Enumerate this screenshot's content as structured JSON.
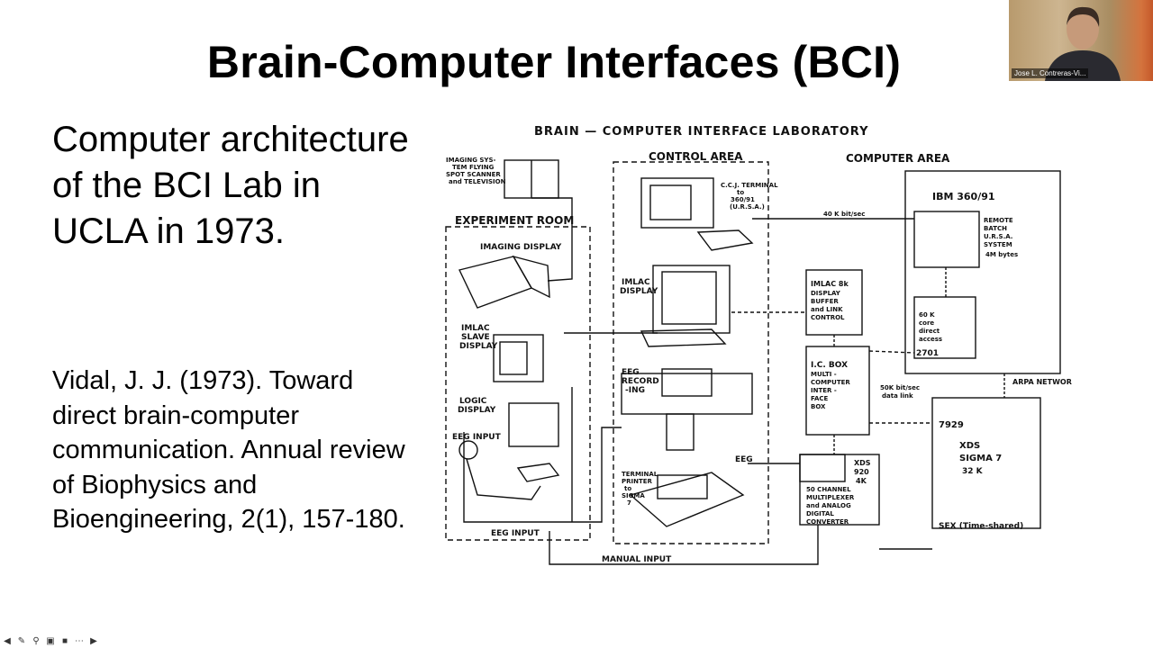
{
  "slide": {
    "title": "Brain-Computer Interfaces (BCI)",
    "body": "Computer architecture of the BCI Lab in UCLA in 1973.",
    "citation": "Vidal, J. J. (1973). Toward direct brain-computer communication. Annual review of Biophysics and Bioengineering, 2(1), 157-180."
  },
  "figure": {
    "title": "BRAIN — COMPUTER INTERFACE LABORATORY",
    "control_area": "CONTROL AREA",
    "computer_area": "COMPUTER AREA",
    "experiment_room": "EXPERIMENT ROOM",
    "imaging_system_1": "IMAGING SYS-",
    "imaging_system_2": "TEM FLYING",
    "imaging_system_3": "SPOT SCANNER",
    "imaging_system_4": "and TELEVISION",
    "imaging_display": "IMAGING DISPLAY",
    "imlac_slave_1": "IMLAC",
    "imlac_slave_2": "SLAVE",
    "imlac_slave_3": "DISPLAY",
    "logic_display_1": "LOGIC",
    "logic_display_2": "DISPLAY",
    "eeg_input": "EEG INPUT",
    "eeg_input_bottom": "EEG INPUT",
    "manual_input": "MANUAL INPUT",
    "ccj_1": "C.C.J. TERMINAL",
    "ccj_2": "to",
    "ccj_3": "360/91",
    "ccj_4": "(U.R.S.A.)",
    "link_40k": "40 K bit/sec",
    "imlac_display_1": "IMLAC",
    "imlac_display_2": "DISPLAY",
    "eeg_rec_1": "EEG",
    "eeg_rec_2": "RECORD",
    "eeg_rec_3": "-ING",
    "eeg_label": "EEG",
    "printer_1": "TERMINAL",
    "printer_2": "PRINTER",
    "printer_3": "to",
    "printer_4": "SIGMA",
    "printer_5": "7",
    "imlac8k_1": "IMLAC 8k",
    "imlac8k_2": "DISPLAY",
    "imlac8k_3": "BUFFER",
    "imlac8k_4": "and LINK",
    "imlac8k_5": "CONTROL",
    "icbox_1": "I.C. BOX",
    "icbox_2": "MULTI -",
    "icbox_3": "COMPUTER",
    "icbox_4": "INTER -",
    "icbox_5": "FACE",
    "icbox_6": "BOX",
    "xds920_1": "XDS",
    "xds920_2": "920",
    "xds920_3": "4K",
    "mux_1": "50 CHANNEL",
    "mux_2": "MULTIPLEXER",
    "mux_3": "and ANALOG",
    "mux_4": "DIGITAL",
    "mux_5": "CONVERTER",
    "ibm": "IBM 360/91",
    "remote_1": "REMOTE",
    "remote_2": "BATCH",
    "remote_3": "U.R.S.A.",
    "remote_4": "SYSTEM",
    "remote_5": "4M bytes",
    "core_1": "60 K",
    "core_2": "core",
    "core_3": "direct",
    "core_4": "access",
    "core_5": "2701",
    "arpa": "ARPA NETWOR",
    "link_50k_1": "50K bit/sec",
    "link_50k_2": "data link",
    "sigma_1": "7929",
    "sigma_2": "XDS",
    "sigma_3": "SIGMA 7",
    "sigma_4": "32 K",
    "sex": "SEX (Time-shared)"
  },
  "video": {
    "participant": "Jose L. Contreras-Vi..."
  }
}
